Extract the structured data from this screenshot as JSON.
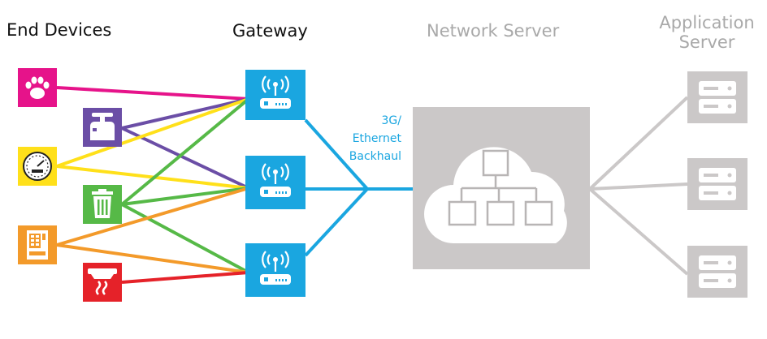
{
  "headings": {
    "end_devices": "End Devices",
    "gateway": "Gateway",
    "network_server": "Network Server",
    "application_server_line1": "Application",
    "application_server_line2": "Server"
  },
  "backhaul_label": {
    "line1": "3G/",
    "line2": "Ethernet",
    "line3": "Backhaul"
  },
  "colors": {
    "heading_dark": "#111111",
    "heading_muted": "#a9a9a9",
    "gateway_blue": "#1aa6e0",
    "server_gray": "#cbc8c8",
    "link_pink": "#e6138a",
    "link_purple": "#6b4ea6",
    "link_yellow": "#ffe01a",
    "link_green": "#56b947",
    "link_orange": "#f39a2a",
    "link_red": "#e52229"
  },
  "end_devices": [
    {
      "name": "pet-tracker",
      "icon": "paw-icon",
      "color": "#e6138a"
    },
    {
      "name": "gas-cylinder-sensor",
      "icon": "gas-cylinder-icon",
      "color": "#6b4ea6"
    },
    {
      "name": "meter",
      "icon": "gauge-icon",
      "color": "#ffe01a"
    },
    {
      "name": "waste-bin-sensor",
      "icon": "trash-bin-icon",
      "color": "#56b947"
    },
    {
      "name": "vending-machine",
      "icon": "vending-machine-icon",
      "color": "#f39a2a"
    },
    {
      "name": "smoke-detector",
      "icon": "smoke-detector-icon",
      "color": "#e52229"
    }
  ],
  "gateways": [
    {
      "icon": "antenna-router-icon"
    },
    {
      "icon": "antenna-router-icon"
    },
    {
      "icon": "antenna-router-icon"
    }
  ],
  "network_server": {
    "icon": "cloud-network-icon"
  },
  "application_servers": [
    {
      "icon": "server-icon"
    },
    {
      "icon": "server-icon"
    },
    {
      "icon": "server-icon"
    }
  ]
}
